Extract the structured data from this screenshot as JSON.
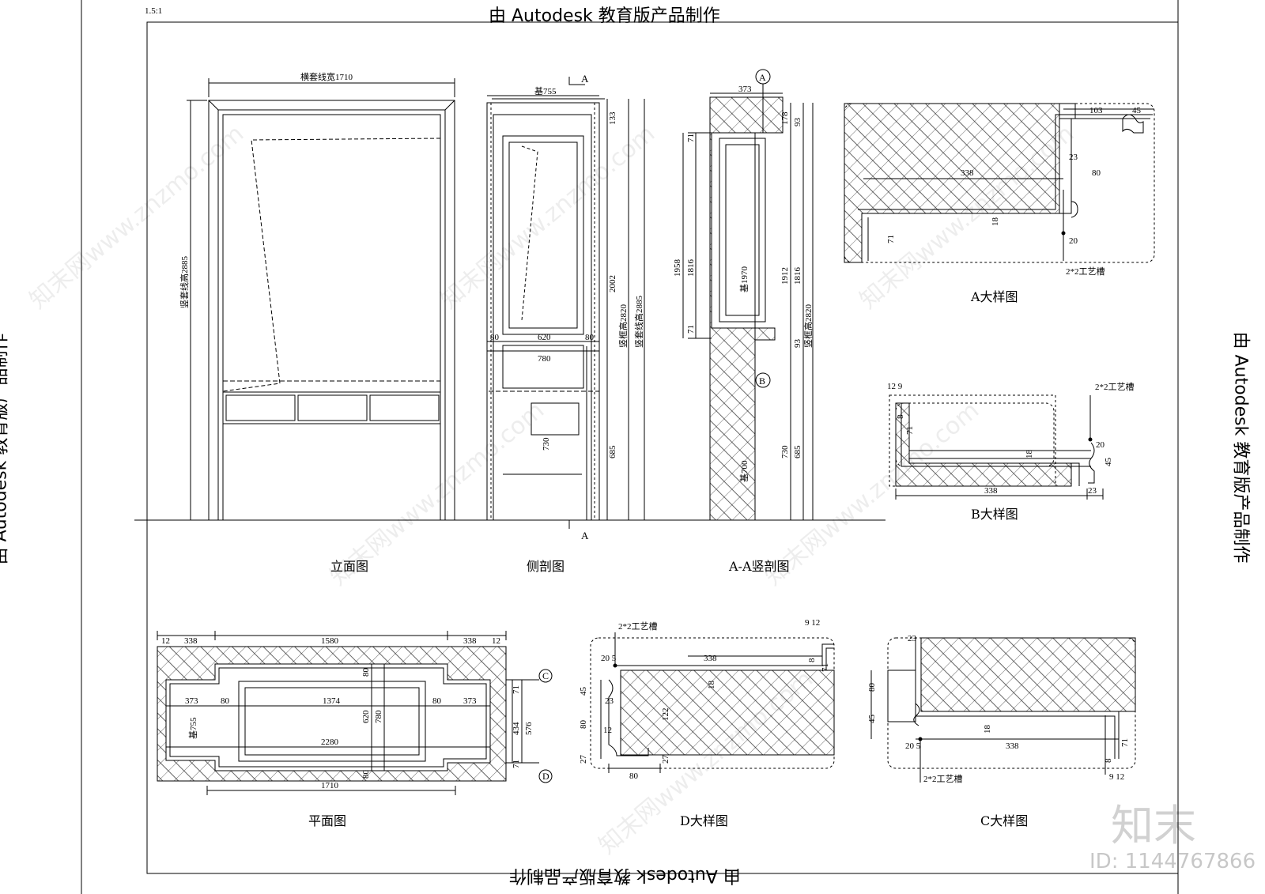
{
  "scale": "1.5:1",
  "stamps": {
    "top": "由 Autodesk 教育版产品制作",
    "bottom": "由 Autodesk 教育版产品制作",
    "left": "由 Autodesk 教育版产品制作",
    "right": "由 Autodesk 教育版产品制作"
  },
  "captions": {
    "elevation": "立面图",
    "side_section": "侧剖图",
    "aa_section": "A-A竖剖图",
    "detail_a": "A大样图",
    "detail_b": "B大样图",
    "plan": "平面图",
    "detail_d": "D大样图",
    "detail_c": "C大样图"
  },
  "elevation_dims": {
    "width": "横套线宽1710",
    "height": "竖套线高2885"
  },
  "side_dims": {
    "base": "基755",
    "w80a": "80",
    "w620": "620",
    "w80b": "80",
    "w780": "780",
    "h133": "133",
    "h2002": "2002",
    "h2820": "竖框高2820",
    "h2885": "竖套线高2885",
    "h730": "730",
    "h685": "685",
    "cut_a_top": "A",
    "cut_a_bottom": "A"
  },
  "aa_dims": {
    "w373": "373",
    "h1958": "1958",
    "h1816a": "1816",
    "h71a": "71",
    "h71b": "71",
    "base1970": "基1970",
    "base700": "基700",
    "h1912": "1912",
    "h1816b": "1816",
    "h2820": "竖框高2820",
    "h730": "730",
    "h685": "685",
    "h93a": "93",
    "h93b": "93",
    "h178": "178",
    "marker_a": "A",
    "marker_b": "B"
  },
  "detail_a_dims": {
    "d103": "103",
    "d45": "45",
    "d338": "338",
    "d80": "80",
    "d18": "18",
    "d71": "71",
    "d20": "20",
    "d23": "23",
    "groove": "2*2工艺槽"
  },
  "detail_b_dims": {
    "d12_9": "12 9",
    "d8": "8",
    "d71": "71",
    "d18": "18",
    "d20": "20",
    "d45": "45",
    "d338": "338",
    "d23": "23",
    "groove": "2*2工艺槽"
  },
  "plan_dims": {
    "d12a": "12",
    "d338a": "338",
    "d1580": "1580",
    "d338b": "338",
    "d12b": "12",
    "d373a": "373",
    "d80a": "80",
    "d1374": "1374",
    "d80b": "80",
    "d373b": "373",
    "d2280": "2280",
    "base755": "基755",
    "d620": "620",
    "d780": "780",
    "d434": "434",
    "d576": "576",
    "d71a": "71",
    "d71b": "71",
    "d80c": "80",
    "d80d": "80",
    "d1710": "1710",
    "marker_c": "C",
    "marker_d": "D"
  },
  "detail_d_dims": {
    "groove": "2*2工艺槽",
    "d9_12": "9 12",
    "d20_5": "20 5",
    "d338": "338",
    "d8": "8",
    "d71": "71",
    "d45": "45",
    "d18": "18",
    "d23": "23",
    "d122": "122",
    "d80v": "80",
    "d12": "12",
    "d27a": "27",
    "d27b": "27",
    "d80": "80"
  },
  "detail_c_dims": {
    "d23": "23",
    "d80": "80",
    "d45": "45",
    "d18": "18",
    "d20_5": "20 5",
    "d338": "338",
    "d71": "71",
    "d8": "8",
    "d9_12": "9 12",
    "groove": "2*2工艺槽"
  },
  "watermarks": {
    "brand": "知末",
    "id": "ID: 1144767866",
    "site": "知末网www.znzmo.com"
  }
}
